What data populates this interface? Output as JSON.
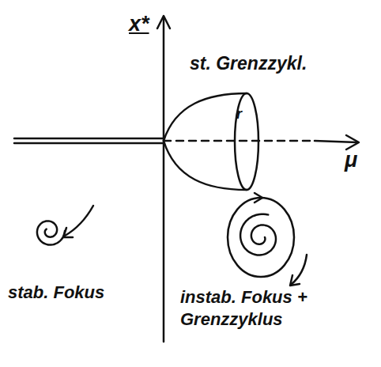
{
  "diagram": {
    "labels": [
      "x*",
      "μ",
      "st. Grenzzykl.",
      "r",
      "stab. Fokus",
      "instab. Fokus + Grenzzyklus"
    ]
  }
}
